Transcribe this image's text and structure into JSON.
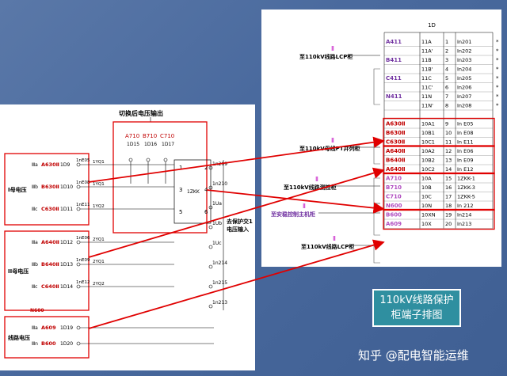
{
  "right": {
    "header": "1D",
    "rows": [
      {
        "tag": "A411",
        "c1": "11A",
        "n": "1",
        "c2": "In201",
        "tc": "#7030a0"
      },
      {
        "tag": "",
        "c1": "11A'",
        "n": "2",
        "c2": "In202",
        "tc": "#7030a0"
      },
      {
        "tag": "B411",
        "c1": "11B",
        "n": "3",
        "c2": "In203",
        "tc": "#7030a0"
      },
      {
        "tag": "",
        "c1": "11B'",
        "n": "4",
        "c2": "In204",
        "tc": "#7030a0"
      },
      {
        "tag": "C411",
        "c1": "11C",
        "n": "5",
        "c2": "In205",
        "tc": "#7030a0"
      },
      {
        "tag": "",
        "c1": "11C'",
        "n": "6",
        "c2": "In206",
        "tc": "#7030a0"
      },
      {
        "tag": "N411",
        "c1": "11N",
        "n": "7",
        "c2": "In207",
        "tc": "#7030a0"
      },
      {
        "tag": "",
        "c1": "11N'",
        "n": "8",
        "c2": "In208",
        "tc": "#7030a0"
      },
      {
        "tag": "",
        "c1": "",
        "n": "",
        "c2": "",
        "tc": "#000"
      },
      {
        "tag": "A630Ⅱ",
        "c1": "10A1",
        "n": "9",
        "c2": "In E05",
        "tc": "#c00000"
      },
      {
        "tag": "B630Ⅱ",
        "c1": "10B1",
        "n": "10",
        "c2": "In E08",
        "tc": "#c00000"
      },
      {
        "tag": "C630Ⅱ",
        "c1": "10C1",
        "n": "11",
        "c2": "In E11",
        "tc": "#c00000"
      },
      {
        "tag": "A640Ⅱ",
        "c1": "10A2",
        "n": "12",
        "c2": "In E06",
        "tc": "#c00000"
      },
      {
        "tag": "B640Ⅱ",
        "c1": "10B2",
        "n": "13",
        "c2": "In E09",
        "tc": "#c00000"
      },
      {
        "tag": "A640Ⅱ",
        "c1": "10C2",
        "n": "14",
        "c2": "In E12",
        "tc": "#c00000"
      },
      {
        "tag": "A710",
        "c1": "10A",
        "n": "15",
        "c2": "1ZKK-1",
        "tc": "#b04cc0"
      },
      {
        "tag": "B710",
        "c1": "10B",
        "n": "16",
        "c2": "1ZKK-3",
        "tc": "#b04cc0"
      },
      {
        "tag": "C710",
        "c1": "10C",
        "n": "17",
        "c2": "1ZKK-5",
        "tc": "#b04cc0"
      },
      {
        "tag": "N600",
        "c1": "10N",
        "n": "18",
        "c2": "In 212",
        "tc": "#b04cc0"
      },
      {
        "tag": "B600",
        "c1": "10XN",
        "n": "19",
        "c2": "In214",
        "tc": "#b04cc0"
      },
      {
        "tag": "A609",
        "c1": "10X",
        "n": "20",
        "c2": "In213",
        "tc": "#b04cc0"
      }
    ],
    "labels": [
      {
        "text": "至110kV线路LCP柜"
      },
      {
        "text": "至110kV母线PT并列柜"
      },
      {
        "text": "至110kV线路测控柜"
      },
      {
        "text": "至安稳控制主机柜"
      },
      {
        "text": "至110kV线路LCP柜"
      }
    ]
  },
  "left": {
    "top_label": "切换后电压输出",
    "sw_tags": [
      "A710",
      "B710",
      "C710"
    ],
    "sw_nums": [
      "1D15",
      "1D16",
      "1D17"
    ],
    "groups": [
      {
        "label": "I母电压",
        "rows": [
          [
            "Ⅲa",
            "A630Ⅱ",
            "1D9",
            "1nE05",
            "1YQ1"
          ],
          [
            "Ⅲb",
            "B630Ⅱ",
            "1D10",
            "1nE08",
            "1YQ1"
          ],
          [
            "Ⅲc",
            "C630Ⅱ",
            "1D11",
            "1nE11",
            "1YQ2"
          ]
        ]
      },
      {
        "label": "II母电压",
        "rows": [
          [
            "Ⅲa",
            "A640Ⅱ",
            "1D12",
            "1nE06",
            "2YQ1"
          ],
          [
            "Ⅲb",
            "B640Ⅱ",
            "1D13",
            "1nE09",
            "2YQ1"
          ],
          [
            "Ⅲc",
            "C640Ⅱ",
            "1D14",
            "1nE12",
            "2YQ2"
          ]
        ]
      },
      {
        "label": "线路电压",
        "rows": [
          [
            "Ⅲa",
            "A609",
            "1D19",
            ""
          ],
          [
            "Ⅲn",
            "B600",
            "1D20",
            ""
          ]
        ]
      }
    ],
    "sw_box_label": "1ZKK",
    "out_label": "去保护交1\n电压输入",
    "right_nodes": [
      "1n209",
      "1n210",
      "1Ua",
      "1Ub",
      "1Uc",
      "1n214",
      "1n215",
      "1n213"
    ],
    "n_tag": "N600"
  },
  "callout": {
    "line1": "110kV线路保护",
    "line2": "柜端子排图"
  },
  "watermark": "知乎 @配电智能运维"
}
